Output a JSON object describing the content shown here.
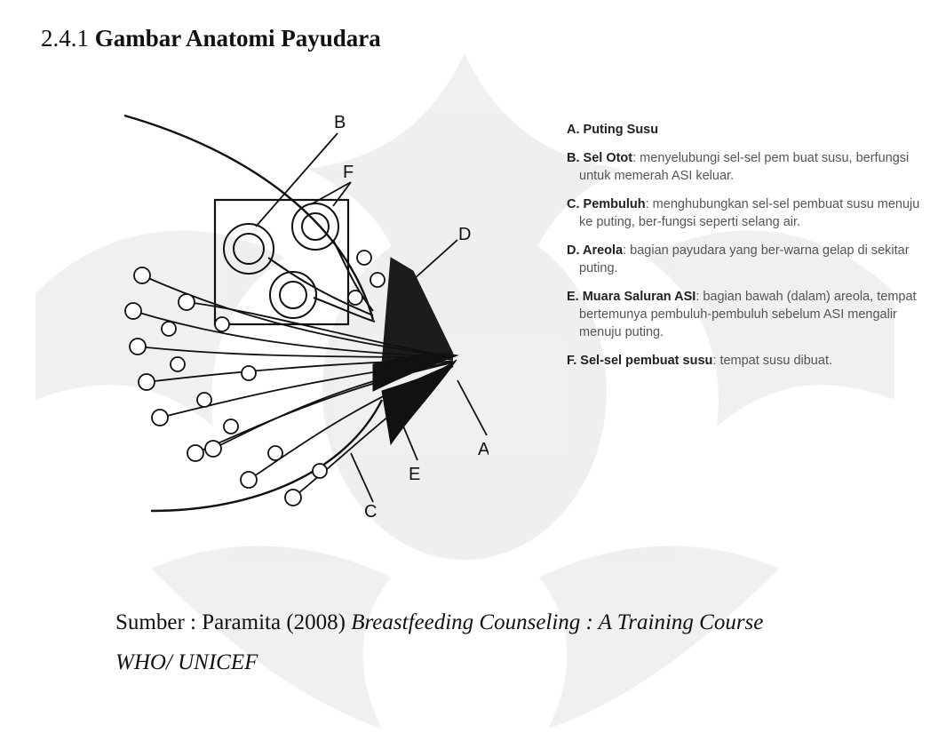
{
  "heading": {
    "number": "2.4.1",
    "title": "Gambar Anatomi Payudara"
  },
  "figure": {
    "labels": {
      "a": "A",
      "b": "B",
      "c": "C",
      "d": "D",
      "e": "E",
      "f": "F"
    }
  },
  "legend": [
    {
      "key": "A. Puting Susu",
      "text": ""
    },
    {
      "key": "B. Sel Otot",
      "text": ": menyelubungi sel-sel pem buat susu, berfungsi untuk memerah ASI keluar."
    },
    {
      "key": "C. Pembuluh",
      "text": ": menghubungkan sel-sel pembuat susu menuju ke puting, ber-fungsi seperti selang air."
    },
    {
      "key": "D. Areola",
      "text": ": bagian payudara yang ber-warna gelap di sekitar puting."
    },
    {
      "key": "E. Muara Saluran ASI",
      "text": ": bagian bawah (dalam) areola, tempat bertemunya pembuluh-pembuluh sebelum ASI mengalir menuju puting."
    },
    {
      "key": "F. Sel-sel pembuat susu",
      "text": ": tempat susu dibuat."
    }
  ],
  "source": {
    "prefix": "Sumber : Paramita (2008) ",
    "title": "Breastfeeding Counseling : A Training Course",
    "line2": "WHO/ UNICEF"
  }
}
